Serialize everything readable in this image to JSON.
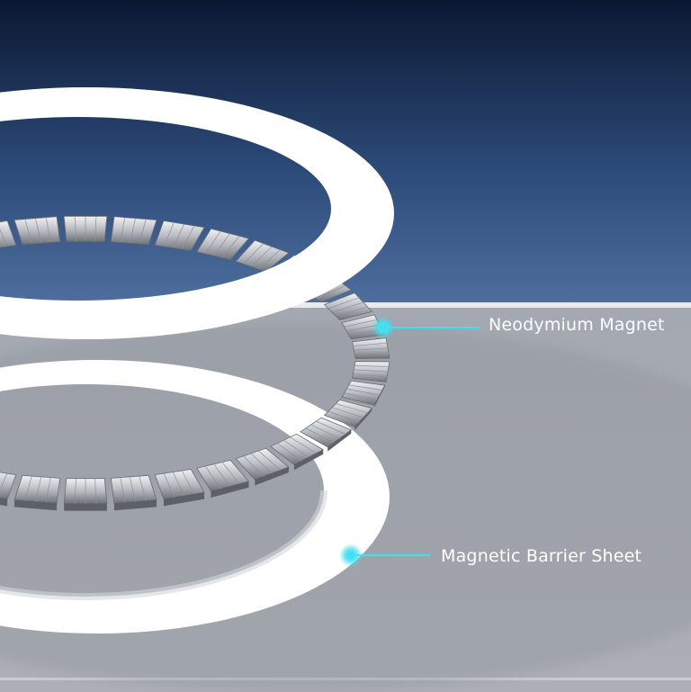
{
  "labels": {
    "magnet": "Neodymium Magnet",
    "barrier": "Magnetic Barrier Sheet"
  },
  "colors": {
    "sky_top": "#0c1a34",
    "sky_bottom": "#4b6c9c",
    "floor": "#a9acb4",
    "ring_white": "#ffffff",
    "magnet_light": "#e8e8ea",
    "magnet_dark": "#7b7e84",
    "accent_cyan": "#3fe0f0"
  },
  "magnet_segment_count": 38
}
